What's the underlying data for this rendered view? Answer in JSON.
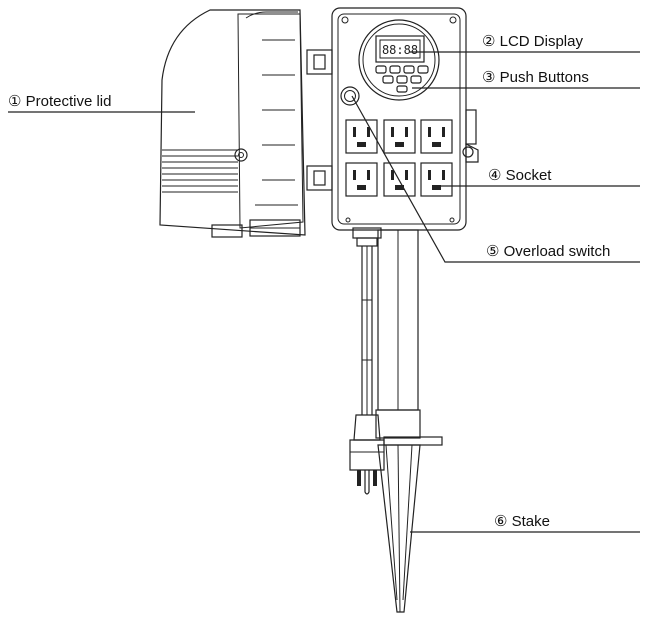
{
  "labels": {
    "protective_lid": "① Protective lid",
    "lcd_display": "② LCD Display",
    "push_buttons": "③ Push Buttons",
    "socket": "④ Socket",
    "overload_switch": "⑤ Overload switch",
    "stake": "⑥ Stake"
  },
  "lcd_readout": "88:88"
}
